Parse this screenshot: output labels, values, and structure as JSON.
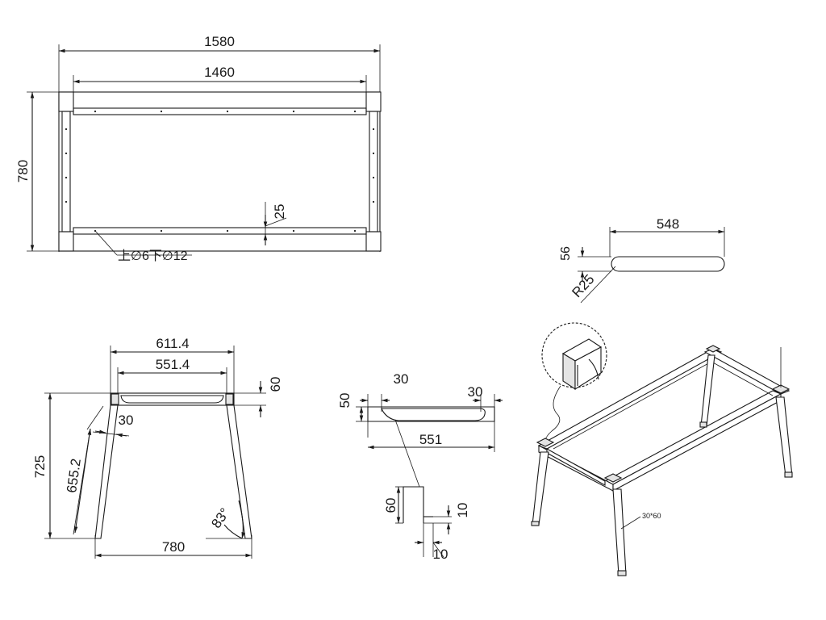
{
  "top_view": {
    "overall_length": "1580",
    "inner_length": "1460",
    "depth": "780",
    "rail_width": "25",
    "hole_note": "上∅6下∅12"
  },
  "side_view": {
    "top_width": "611.4",
    "inner_width": "551.4",
    "rail_height": "60",
    "leg_width": "30",
    "height": "725",
    "leg_length": "655.2",
    "angle": "83°",
    "base_width": "780"
  },
  "rail_detail": {
    "length": "548",
    "thickness": "56",
    "radius": "R25"
  },
  "section_detail": {
    "offset_left": "30",
    "offset_right": "30",
    "height": "50",
    "length": "551",
    "profile_height": "60",
    "profile_width": "10",
    "profile_depth": "10"
  },
  "iso_view": {
    "tube_size": "30*60"
  }
}
